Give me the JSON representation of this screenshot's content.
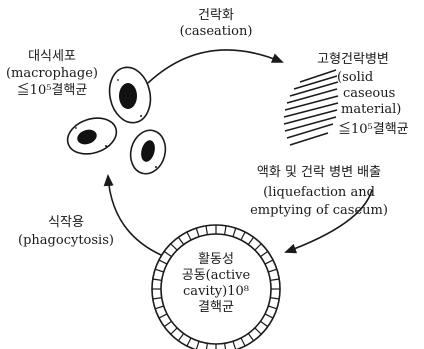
{
  "caseation": {
    "ko": "건락화",
    "en": "(caseation)"
  },
  "solid_material": {
    "ko": "고형건락병변",
    "en_1": "(solid",
    "en_2": "caseous",
    "en_3": "material)",
    "count": "≦10⁵결핵균"
  },
  "liquefaction": {
    "ko": "액화 및 건락 병변 배출",
    "en_1": "(liquefaction and",
    "en_2": "emptying of caseum)"
  },
  "active_cavity": {
    "ko": "활동성",
    "line_2": "공동(active",
    "line_3": "cavity)10⁸",
    "line_4": "결핵균"
  },
  "phagocytosis": {
    "ko": "식작용",
    "en": "(phagocytosis)"
  },
  "macrophage": {
    "ko": "대식세포",
    "en": "(macrophage)",
    "count": "≦10⁵결핵균"
  }
}
